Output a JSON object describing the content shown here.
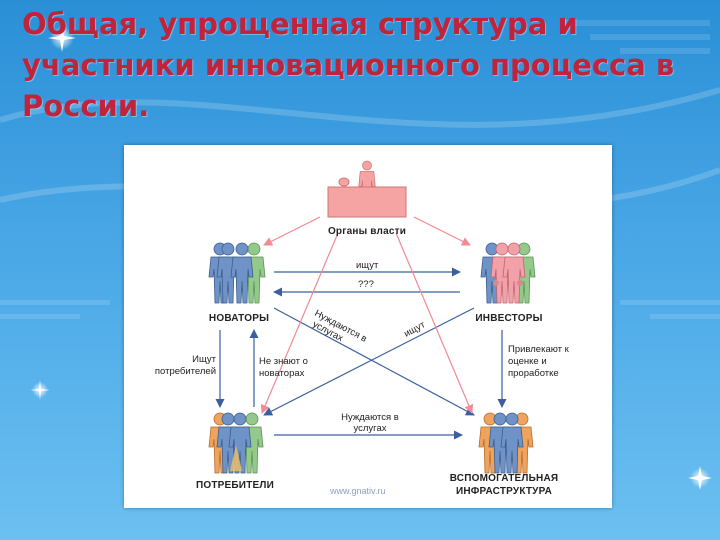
{
  "slide": {
    "title": "Общая, упрощенная структура и участники инновационного процесса в России."
  },
  "diagram": {
    "nodes": {
      "government": "Органы власти",
      "innovators": "НОВАТОРЫ",
      "investors": "ИНВЕСТОРЫ",
      "consumers": "ПОТРЕБИТЕЛИ",
      "infrastructure_line1": "ВСПОМОГАТЕЛЬНАЯ",
      "infrastructure_line2": "ИНФРАСТРУКТУРА"
    },
    "edges": {
      "innovators_to_investors": "ищут",
      "investors_to_innovators": "???",
      "innovators_need_line1": "Нуждаются в",
      "innovators_need_line2": "услугах",
      "investors_seek": "ищут",
      "seek_consumers_line1": "Ищут",
      "seek_consumers_line2": "потребителей",
      "dont_know_line1": "Не знают о",
      "dont_know_line2": "новаторах",
      "attract_line1": "Привлекают к",
      "attract_line2": "оценке и",
      "attract_line3": "проработке",
      "consumers_need_line1": "Нуждаются в",
      "consumers_need_line2": "услугах"
    },
    "watermark": "www.gnativ.ru",
    "colors": {
      "title": "#c0233a",
      "arrow_blue": "#3a5f9e",
      "arrow_pink": "#f08a93",
      "gov_box": "#f6a3a3",
      "person_blue": "#6f93c6",
      "person_green": "#93c98a",
      "person_orange": "#f0a35c",
      "person_pink": "#f3a1a8"
    }
  }
}
